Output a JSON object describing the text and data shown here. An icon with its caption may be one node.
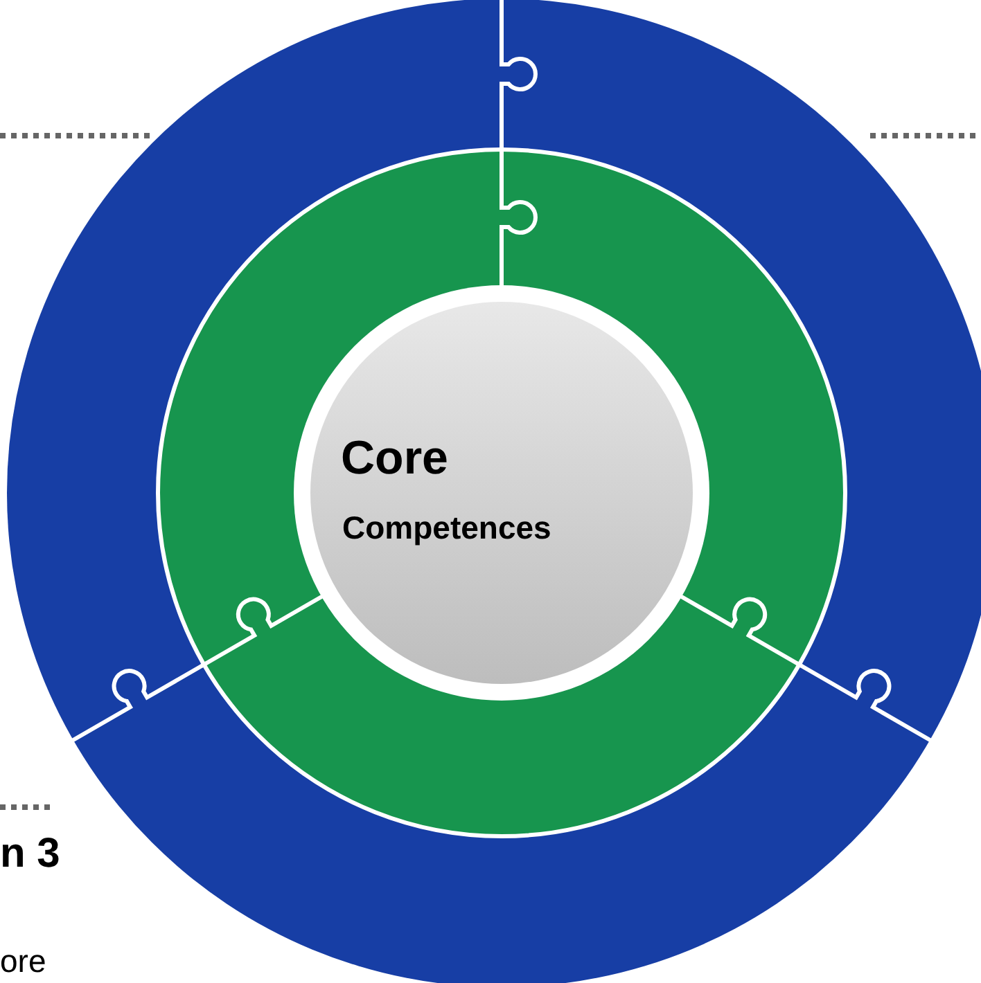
{
  "diagram": {
    "nodes": [
      {
        "text": [
          "Core",
          "Competences"
        ]
      }
    ],
    "labels": [
      "n 3",
      "ore"
    ]
  }
}
